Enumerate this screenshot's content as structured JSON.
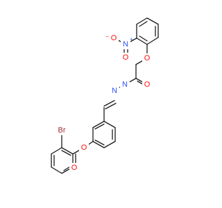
{
  "molecule": {
    "atoms": {
      "o_nitro_left": "O",
      "n_nitro": "N",
      "o_nitro_bottom": "O",
      "o_ether": "O",
      "o_amide": "O",
      "n_amide": "N",
      "n_imine": "N",
      "o_ester": "O",
      "o_carbonyl": "O",
      "br": "Br"
    },
    "charges": {
      "n_nitro": "+",
      "o_nitro_left": "−"
    },
    "colors": {
      "bond": "#1a1a1a",
      "oxygen": "#ff0d0d",
      "nitrogen": "#3050f8",
      "bromine": "#a62929"
    }
  }
}
